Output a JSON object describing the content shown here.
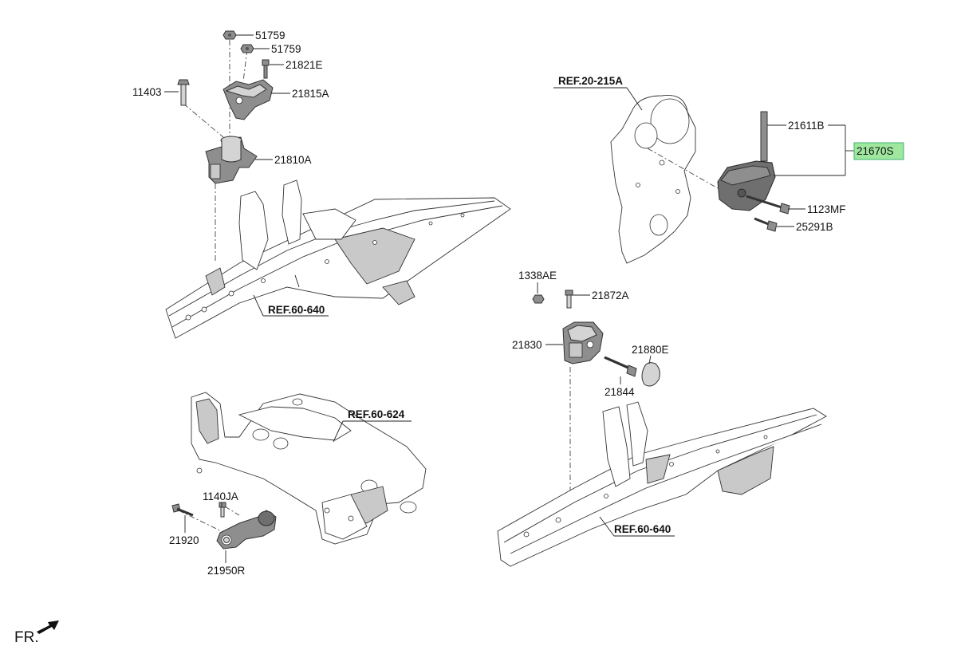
{
  "labels": {
    "p51759a": "51759",
    "p51759b": "51759",
    "p21821E": "21821E",
    "p11403": "11403",
    "p21815A": "21815A",
    "p21810A": "21810A",
    "ref_60_640_top": "REF.60-640",
    "ref_20_215A": "REF.20-215A",
    "p21611B": "21611B",
    "p21670S": "21670S",
    "p1123MF": "1123MF",
    "p25291B": "25291B",
    "p1338AE": "1338AE",
    "p21872A": "21872A",
    "p21830": "21830",
    "p21880E": "21880E",
    "p21844": "21844",
    "ref_60_624": "REF.60-624",
    "p1140JA": "1140JA",
    "p21920": "21920",
    "p21950R": "21950R",
    "ref_60_640_bottom": "REF.60-640",
    "front_marker": "FR."
  },
  "highlight": {
    "part": "21670S",
    "fill_color": "#9fe79f",
    "border_color": "#3cb371"
  },
  "icons": {
    "front_arrow": "front-arrow-icon"
  }
}
